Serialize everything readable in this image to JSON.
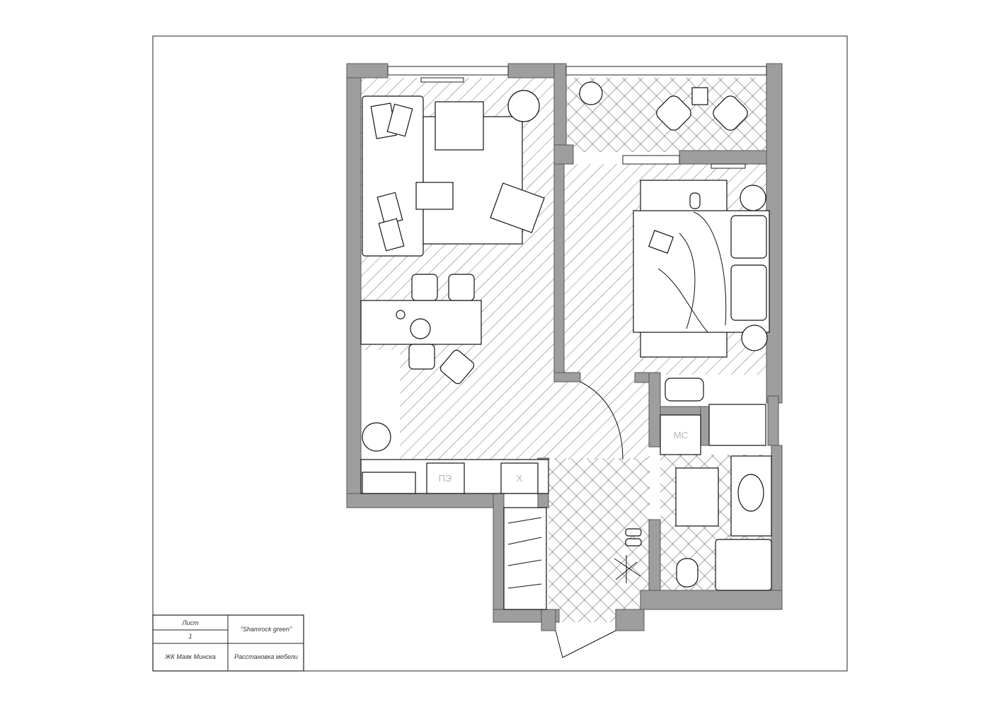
{
  "title_block": {
    "sheet_label": "Лист",
    "sheet_number": "1",
    "project_name": "\"Shamrock green\"",
    "complex": "ЖК Маяк Минска",
    "drawing_title": "Расстановка мебели"
  },
  "appliance_labels": {
    "stove": "ПЭ",
    "fridge": "Х",
    "washer": "МС"
  },
  "colors": {
    "wall": "#9e9e9e",
    "line": "#111111",
    "label": "#b5b5b5"
  }
}
